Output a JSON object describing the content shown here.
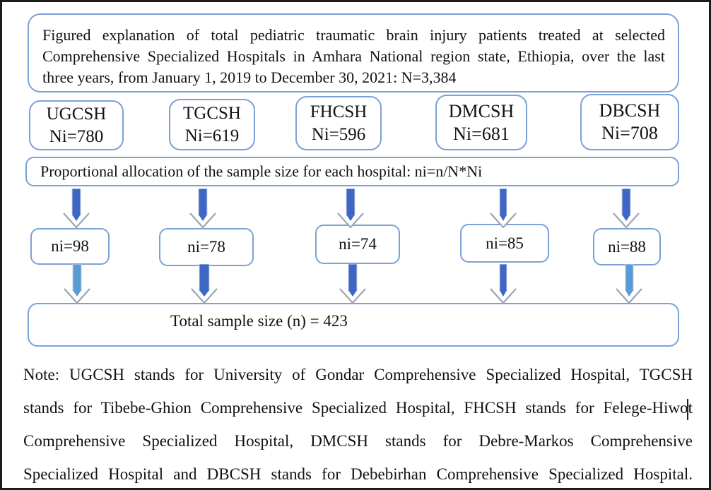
{
  "figure": {
    "header_lines": [
      "Figured explanation of total pediatric traumatic brain injury patients treated at selected",
      "Comprehensive Specialized Hospitals in Amhara National region state, Ethiopia, over the last",
      "three years, from January 1, 2019 to December 30, 2021: N=3,384"
    ],
    "total_population": "N=3,384",
    "allocation_label": "Proportional allocation of the sample size for each hospital: ni=n/N*Ni",
    "total_label": "Total sample size (n) = 423",
    "total_sample_size": 423,
    "note_lines": [
      "Note: UGCSH stands for University of Gondar Comprehensive Specialized Hospital, TGCSH",
      "stands for Tibebe-Ghion Comprehensive Specialized Hospital, FHCSH stands for Felege-Hiwot",
      "Comprehensive Specialized Hospital, DMCSH stands for Debre-Markos Comprehensive",
      "Specialized Hospital and DBCSH stands for Debebirhan Comprehensive Specialized Hospital."
    ]
  },
  "hospitals": [
    {
      "abbr": "UGCSH",
      "total": "Ni=780",
      "sample": "ni=98"
    },
    {
      "abbr": "TGCSH",
      "total": "Ni=619",
      "sample": "ni=78"
    },
    {
      "abbr": "FHCSH",
      "total": "Ni=596",
      "sample": "ni=74"
    },
    {
      "abbr": "DMCSH",
      "total": "Ni=681",
      "sample": "ni=85"
    },
    {
      "abbr": "DBCSH",
      "total": "Ni=708",
      "sample": "ni=88"
    }
  ],
  "colors": {
    "frame": "#1c1c1c",
    "box_border": "#7ba2d4",
    "arrow_dark": "#3e66c5",
    "arrow_light": "#5b9bd5",
    "arrow_outline": "#9aa5b8",
    "text": "#121212",
    "background": "#ffffff"
  }
}
